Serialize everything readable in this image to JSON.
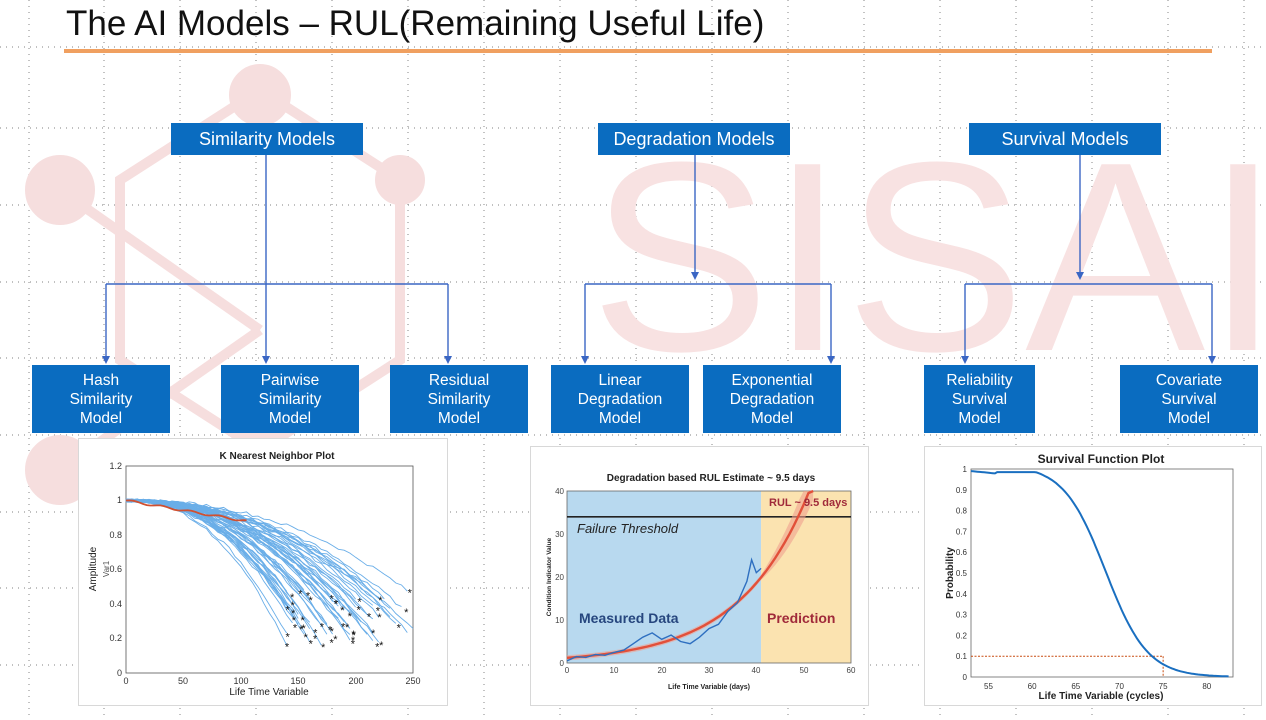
{
  "page": {
    "title": "The AI Models – RUL(Remaining Useful Life)",
    "watermark_text": "SISAI",
    "accent_color": "#f0a060",
    "box_color": "#0a6cc0"
  },
  "categories": [
    {
      "label": "Similarity Models",
      "children": [
        "Hash Similarity Model",
        "Pairwise Similarity Model",
        "Residual Similarity Model"
      ]
    },
    {
      "label": "Degradation Models",
      "children": [
        "Linear Degradation Model",
        "Exponential Degradation Model"
      ]
    },
    {
      "label": "Survival Models",
      "children": [
        "Reliability Survival Model",
        "Covariate Survival Model"
      ]
    }
  ],
  "knn_plot": {
    "title": "K Nearest Neighbor Plot",
    "xlabel": "Life Time Variable",
    "ylabel": "Amplitude",
    "ylabel2": "Var1",
    "x_ticks": [
      "0",
      "50",
      "100",
      "150",
      "200",
      "250"
    ],
    "y_ticks": [
      "0",
      "0.2",
      "0.4",
      "0.6",
      "0.8",
      "1",
      "1.2"
    ],
    "xlim": [
      0,
      250
    ],
    "ylim": [
      0,
      1.2
    ],
    "line_color": "#6aaee8",
    "highlight_color": "#d05030"
  },
  "degradation_plot": {
    "title": "Degradation based RUL Estimate ~ 9.5 days",
    "xlabel": "Life Time Variable (days)",
    "ylabel": "Condition Indicator Value",
    "x_ticks": [
      "0",
      "10",
      "20",
      "30",
      "40",
      "50",
      "60"
    ],
    "y_ticks": [
      "0",
      "10",
      "20",
      "30",
      "40"
    ],
    "xlim": [
      0,
      60
    ],
    "ylim": [
      0,
      40
    ],
    "threshold_label": "Failure Threshold",
    "threshold_value": 34,
    "measured_label": "Measured Data",
    "prediction_label": "Prediction",
    "rul_label": "RUL ~ 9.5 days",
    "current_time": 41,
    "failure_time": 50.5,
    "measured_color": "#b8d9ef",
    "prediction_color": "#fbe3b0",
    "data_color": "#2e6fc0",
    "fit_color": "#e2503a"
  },
  "survival_plot": {
    "title": "Survival Function Plot",
    "xlabel": "Life Time Variable (cycles)",
    "ylabel": "Probability",
    "x_ticks": [
      "55",
      "60",
      "65",
      "70",
      "75",
      "80"
    ],
    "y_ticks": [
      "0",
      "0.1",
      "0.2",
      "0.3",
      "0.4",
      "0.5",
      "0.6",
      "0.7",
      "0.8",
      "0.9",
      "1"
    ],
    "xlim": [
      53,
      83
    ],
    "ylim": [
      0,
      1
    ],
    "marker_x": 75,
    "marker_y": 0.1,
    "curve_color": "#1a6fc0",
    "marker_color": "#c84c10"
  }
}
